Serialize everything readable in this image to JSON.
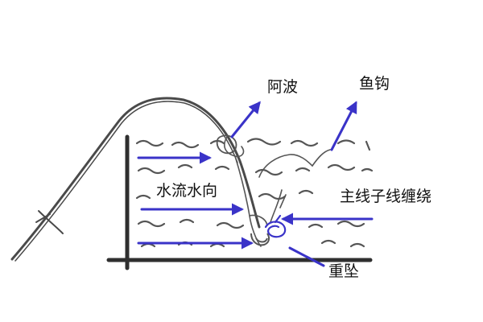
{
  "labels": {
    "abo": "阿波",
    "hook": "鱼钩",
    "water_flow": "水流水向",
    "tangle": "主线子线缠绕",
    "sinker": "重坠"
  },
  "colors": {
    "ink": "#4a4a4a",
    "arrow": "#3a33c8",
    "background": "#ffffff"
  }
}
